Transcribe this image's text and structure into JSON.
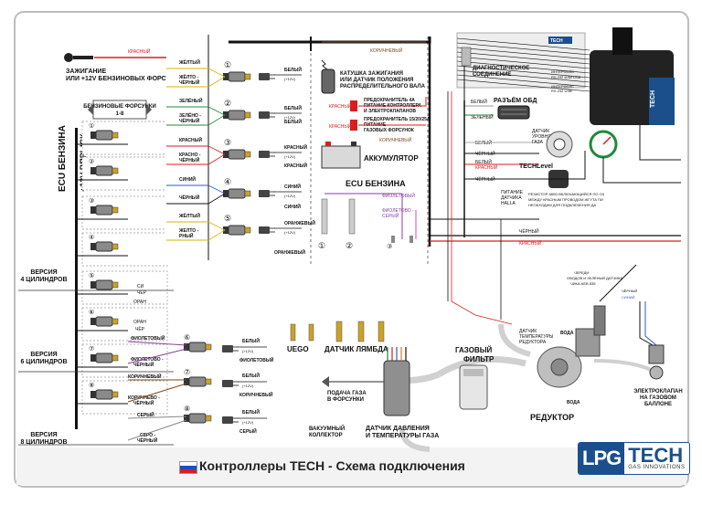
{
  "title": "Контроллеры TECH - Схема подключения",
  "logo": {
    "lpg": "LPG",
    "tech": "TECH",
    "tagline": "GAS INNOVATIONS"
  },
  "colors": {
    "red": "#d81e1e",
    "black": "#111111",
    "frame": "#bdbdbd",
    "blue": "#2b59c3",
    "orange": "#e37b1a",
    "purple": "#8a3ea0",
    "brown": "#7b4a1e",
    "green": "#1f8a3a",
    "pink": "#d6509a",
    "yellow": "#d9b400",
    "logoBlue": "#1a4f8c",
    "flagWhite": "#ffffff",
    "flagBlue": "#1c4fbf",
    "flagRed": "#d81e1e"
  },
  "ignition": {
    "label_line1": "ЗАЖИГАНИЕ",
    "label_line2": "ИЛИ +12V БЕНЗИНОВЫХ ФОРСУН",
    "wire": "КРАСНЫЙ"
  },
  "ecu": {
    "label": "ECU БЕНЗИНА",
    "plus12": "+12V ВПРЫСК",
    "box_label": "БЕНЗИНОВЫЕ ФОРСУНКИ 1-8"
  },
  "versions": {
    "v4": [
      "ВЕРСИЯ",
      "4 ЦИЛИНДРОВ"
    ],
    "v6": [
      "ВЕРСИЯ",
      "6 ЦИЛИНДРОВ"
    ],
    "v8": [
      "ВЕРСИЯ",
      "8 ЦИЛИНДРОВ"
    ]
  },
  "inj_left": [
    [
      "ЖЁЛТЫЙ"
    ],
    [
      "ЖЁЛТО -",
      "ЧЁРНЫЙ"
    ],
    [
      "ЗЕЛЁНЫЙ"
    ],
    [
      "ЗЕЛЁНО -",
      "ЧЁРНЫЙ"
    ],
    [
      "КРАСНЫЙ"
    ],
    [
      "КРАСНО -",
      "ЧЁРНЫЙ"
    ],
    [
      "СИНИЙ"
    ],
    [
      "ЧЁРНЫЙ"
    ],
    [
      "ЖЁЛТЫЙ"
    ],
    [
      "ЖЕЛТО -",
      "РНЫЙ"
    ]
  ],
  "inj_right": [
    "БЕЛЫЙ",
    "БЕЛЫЙ",
    "БЕЛЫЙ",
    "БЕЛЫЙ",
    "КРАСНЫЙ",
    "БЕЛЫЙ",
    "СИНИЙ",
    "БЕЛЫЙ",
    "ОРАНЖЕВЫЙ"
  ],
  "inj_sub": "(+12V)",
  "upper_numbers": [
    "①",
    "②",
    "③",
    "④",
    "⑤"
  ],
  "lower_right": [
    "БЕЛЫЙ",
    "ФИОЛЕТОВЫЙ",
    "БЕЛЫЙ",
    "КОРИЧНЕВЫЙ",
    "БЕЛЫЙ",
    "СЕРЫЙ"
  ],
  "lower_left_labels": [
    "ФИОЛЕТОВЫЙ",
    "ФИОЛЕТОВО -",
    "ЧЁРНЫЙ",
    "КОРИЧНЕВЫЙ",
    "КОРИЧНЕВО -",
    "ЧЁРНЫЙ",
    "СЕРЫЙ",
    "СЕРО -",
    "ЧЁРНЫЙ"
  ],
  "partial_left": [
    "СИ",
    "ЧЁР",
    "ОРАН",
    "ОРАН",
    "ЧЁР"
  ],
  "coil": {
    "wire": "КОРИЧНЕВЫЙ",
    "line1": "КАТУШКА ЗАЖИГАНИЯ",
    "line2": "ИЛИ ДАТЧИК ПОЛОЖЕНИЯ",
    "line3": "РАСПРЕДЕЛИТЕЛЬНОГО ВАЛА"
  },
  "fuse1": {
    "wire": "КРАСНЫЙ",
    "line1": "ПРЕДОХРАНИТЕЛЬ 4А",
    "line2": "ПИТАНИЕ КОНТРОЛЛЕРА",
    "line3": "И ЭЛЕКТРОКЛАПАНОВ"
  },
  "fuse2": {
    "wire": "КРАСНЫЙ",
    "line1": "ПРЕДОХРАНИТЕЛЬ 15/20/25А",
    "line2": "ПИТАНИЕ",
    "line3": "ГАЗОВЫХ ФОРСУНОК"
  },
  "battery": {
    "label": "АККУМУЛЯТОР",
    "wire": "КОРИЧНЕВЫЙ"
  },
  "ecu_benz": {
    "label": "ECU БЕНЗИНА",
    "violet": "ФИОЛЕТОВЫЙ",
    "violet_gray1": "ФИОЛЕТОВО -",
    "violet_gray2": "СЕРЫЙ"
  },
  "diag": {
    "line1": "ДИАГНОСТИЧЕСКОЕ",
    "line2": "СОЕДИНЕНИЕ"
  },
  "obd": "РАЗЪЁМ ОБД",
  "interface": {
    "line1": "ИНТЕРФЕЙС",
    "line2": "RS 232 ИЛИ USB"
  },
  "interface2": {
    "line1": "ИНТЕРФЕЙС",
    "line2": "RS 232 USB"
  },
  "mini_wires": [
    "БЕЛЫЙ",
    "ЗЕЛЁНЫЙ"
  ],
  "sensors_right": {
    "white": "БЕЛЫЙ",
    "black": "ЧЁРНЫЙ",
    "white_red1": "БЕЛЫЙ",
    "white_red2": "КРАСНЫЙ",
    "black2": "ЧЁРНЫЙ",
    "level_line1": "ДАТЧИК",
    "level_line2": "УРОВНЯ",
    "level_line3": "ГАЗА",
    "techlevel": "TECHLevel",
    "hall_line1": "ПИТАНИЕ",
    "hall_line2": "ДАТЧИКА",
    "hall_line3": "HALLA",
    "resistor_line1": "РЕЗИСТОР 680Ω ВКЛЮЧАЮЩИЙСЯ ПО ОЧ",
    "resistor_line2": "МЕЖДУ КРАСНЫМ ПРОВОДОМ ЖГУТА ПИ",
    "resistor_line3": "НЕОБХОДИМ ДЛЯ ПОДКЛЮЧЕНИЯ ДА"
  },
  "bottom_wires": {
    "black": "ЧЁРНЫЙ",
    "red": "КРАСНЫЙ"
  },
  "note_top": {
    "line1": "ЧЕРЕДИ",
    "line2": "ОВОДОВ И ЗЕЛЁНЫЙ ДАТЧИКА",
    "line3": "ЧИКА AEB 835"
  },
  "wires_right": [
    "ЧЁРНЫЙ",
    "СИНИЙ"
  ],
  "reducer_temp": {
    "line1": "ДАТЧИК",
    "line2": "ТЕМПЕРАТУРЫ",
    "line3": "РЕДУКТОРА"
  },
  "water": "ВОДА",
  "gas_filter": {
    "line1": "ГАЗОВЫЙ",
    "line2": "ФИЛЬТР"
  },
  "reducer": "РЕДУКТОР",
  "valve": {
    "line1": "ЭЛЕКТРОКЛАПАН",
    "line2": "НА ГАЗОВОМ",
    "line3": "БАЛЛОНЕ"
  },
  "uego": "UEGO",
  "lambda": "ДАТЧИК ЛЯМБДА",
  "feed": {
    "line1": "ПОДАЧА ГАЗА",
    "line2": "В ФОРСУНКИ"
  },
  "vacuum": {
    "line1": "ВАКУУМНЫЙ",
    "line2": "КОЛЛЕКТОР"
  },
  "pressure": {
    "line1": "ДАТЧИК ДАВЛЕНИЯ",
    "line2": "И ТЕМПЕРАТУРЫ ГАЗА"
  },
  "circle_nums": [
    "①",
    "②",
    "③"
  ],
  "lower_nums": [
    "⑥",
    "⑦",
    "⑧"
  ],
  "ecu_lane_nums": [
    "①",
    "②",
    "③",
    "④",
    "⑤",
    "⑥",
    "⑦",
    "⑧"
  ],
  "partial_badge": "TECH"
}
